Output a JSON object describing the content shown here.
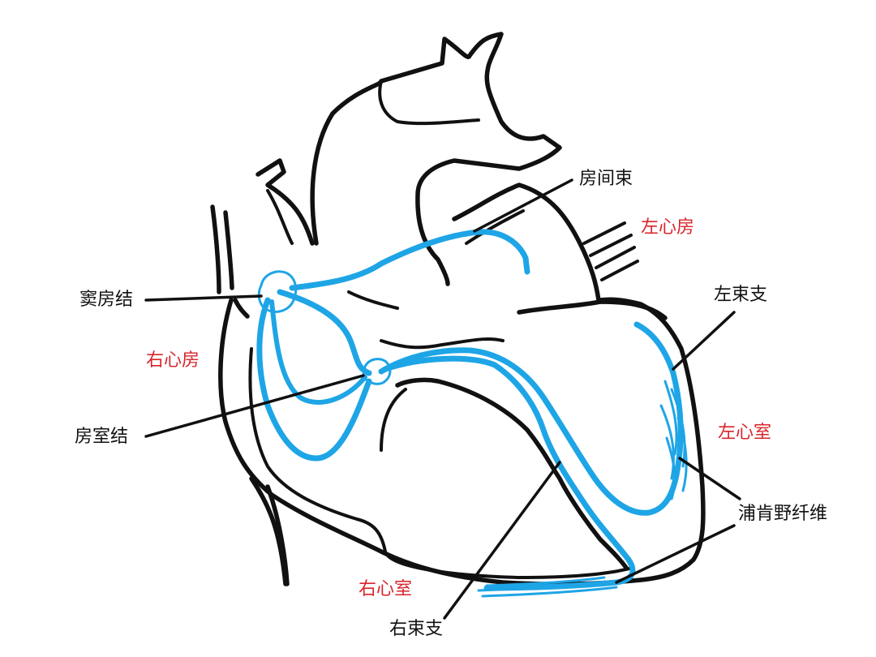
{
  "colors": {
    "conduction": "#1ea5e6",
    "outline": "#111111",
    "chamber_label": "#d9252b",
    "structure_label": "#111111"
  },
  "labels": {
    "sa_node": "窦房结",
    "bachmann_bundle": "房间束",
    "left_atrium": "左心房",
    "left_bundle_branch": "左束支",
    "right_atrium": "右心房",
    "av_node": "房室结",
    "left_ventricle": "左心室",
    "purkinje_fibers": "浦肯野纤维",
    "right_ventricle": "右心室",
    "right_bundle_branch": "右束支"
  }
}
